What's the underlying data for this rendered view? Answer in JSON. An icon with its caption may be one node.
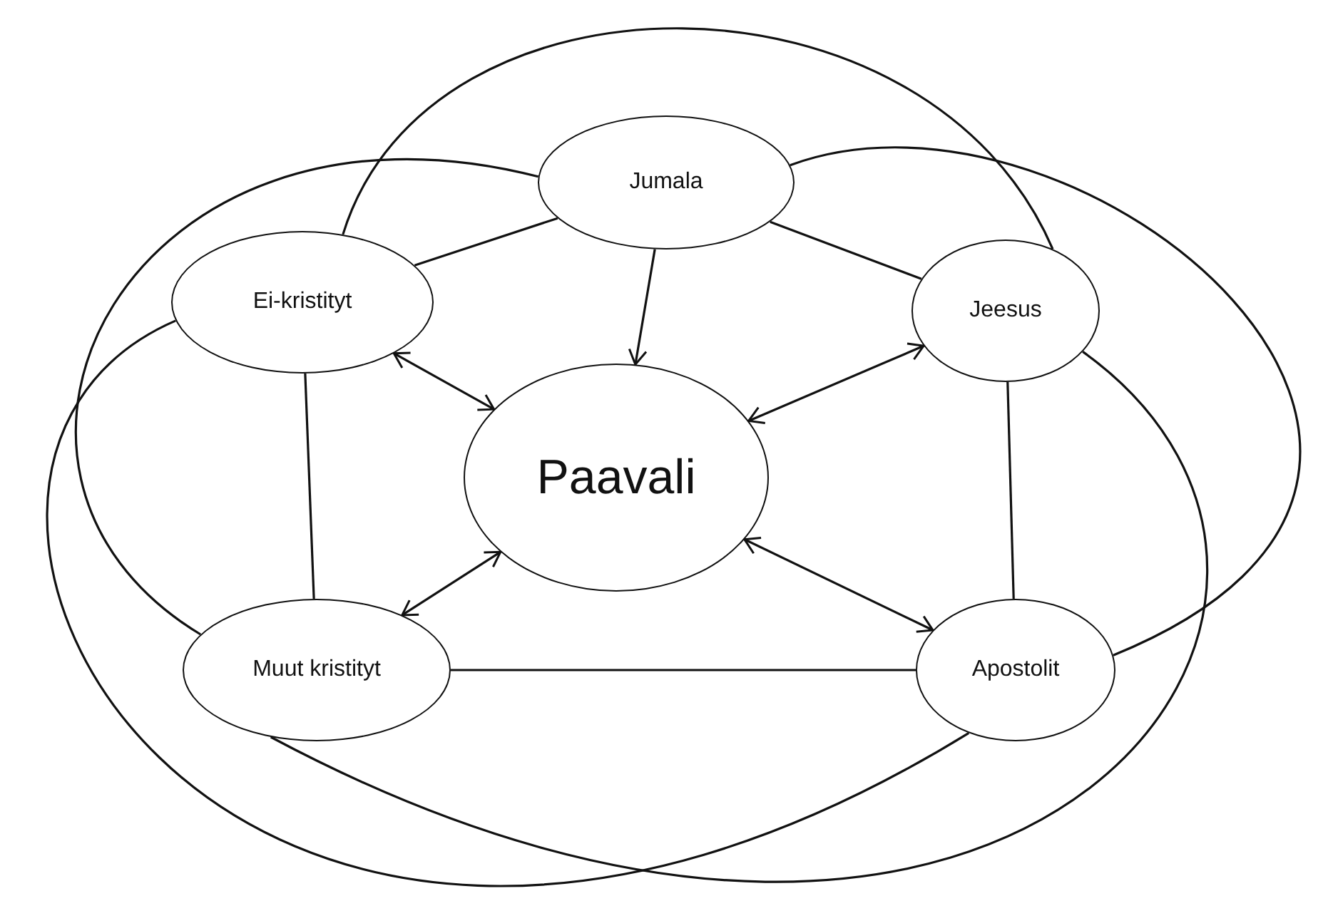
{
  "diagram": {
    "nodes": [
      {
        "text": [
          "Jumala"
        ]
      },
      {
        "text": [
          "Ei-kristityt"
        ]
      },
      {
        "text": [
          "Jeesus"
        ]
      },
      {
        "text": [
          "Paavali"
        ]
      },
      {
        "text": [
          "Muut kristityt"
        ]
      },
      {
        "text": [
          "Apostolit"
        ]
      }
    ],
    "edges": [
      {
        "from": 0,
        "to": 1,
        "arrow": "none"
      },
      {
        "from": 0,
        "to": 2,
        "arrow": "none"
      },
      {
        "from": 0,
        "to": 3,
        "arrow": "to"
      },
      {
        "from": 1,
        "to": 3,
        "arrow": "both"
      },
      {
        "from": 2,
        "to": 3,
        "arrow": "both"
      },
      {
        "from": 4,
        "to": 3,
        "arrow": "both"
      },
      {
        "from": 5,
        "to": 3,
        "arrow": "both"
      },
      {
        "from": 1,
        "to": 4,
        "arrow": "none"
      },
      {
        "from": 2,
        "to": 5,
        "arrow": "none"
      },
      {
        "from": 4,
        "to": 5,
        "arrow": "none"
      },
      {
        "from": 1,
        "to": 2,
        "arrow": "none"
      },
      {
        "from": 0,
        "to": 5,
        "arrow": "none"
      },
      {
        "from": 0,
        "to": 4,
        "arrow": "none"
      },
      {
        "from": 2,
        "to": 4,
        "arrow": "none"
      },
      {
        "from": 1,
        "to": 5,
        "arrow": "none"
      }
    ]
  }
}
